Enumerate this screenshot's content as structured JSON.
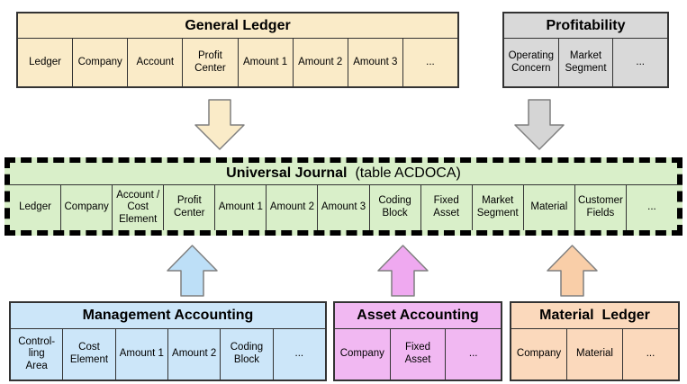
{
  "tables": {
    "general_ledger": {
      "title": "General Ledger",
      "fill": "#FAEBC8",
      "columns": [
        "Ledger",
        "Company",
        "Account",
        "Profit\nCenter",
        "Amount 1",
        "Amount 2",
        "Amount 3",
        "..."
      ]
    },
    "profitability": {
      "title": "Profitability",
      "fill": "#D9D9D9",
      "columns": [
        "Operating\nConcern",
        "Market\nSegment",
        "..."
      ]
    },
    "universal_journal": {
      "title_bold": "Universal Journal",
      "title_suffix": "(table ACDOCA)",
      "fill": "#D9EFC9",
      "columns": [
        "Ledger",
        "Company",
        "Account /\nCost\nElement",
        "Profit\nCenter",
        "Amount 1",
        "Amount 2",
        "Amount 3",
        "Coding\nBlock",
        "Fixed\nAsset",
        "Market\nSegment",
        "Material",
        "Customer\nFields",
        "..."
      ]
    },
    "management_accounting": {
      "title": "Management Accounting",
      "fill": "#CCE6F9",
      "columns": [
        "Control-\nling\nArea",
        "Cost\nElement",
        "Amount 1",
        "Amount 2",
        "Coding\nBlock",
        "..."
      ]
    },
    "asset_accounting": {
      "title": "Asset Accounting",
      "fill": "#F1B8F2",
      "columns": [
        "Company",
        "Fixed\nAsset",
        "..."
      ]
    },
    "material_ledger": {
      "title": "Material  Ledger",
      "fill": "#FBD9BC",
      "columns": [
        "Company",
        "Material",
        "..."
      ]
    }
  },
  "arrows": {
    "gl_to_uj": {
      "direction": "down",
      "fill": "#FAEBC8"
    },
    "profitability_to_uj": {
      "direction": "down",
      "fill": "#D5D5D5"
    },
    "ma_to_uj": {
      "direction": "up",
      "fill": "#BDDFF7"
    },
    "aa_to_uj": {
      "direction": "up",
      "fill": "#EFA9F0"
    },
    "ml_to_uj": {
      "direction": "up",
      "fill": "#F9CEA8"
    }
  }
}
